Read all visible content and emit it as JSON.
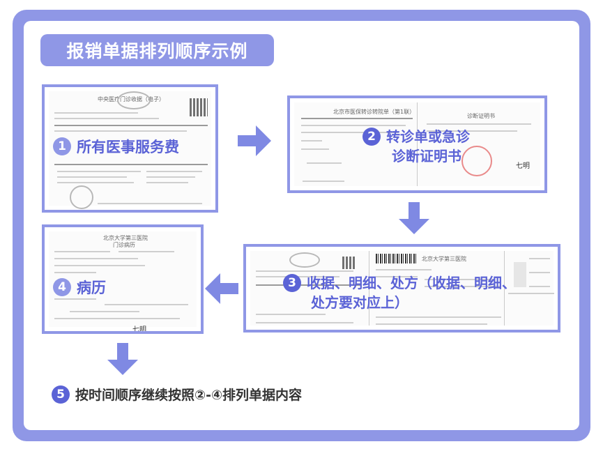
{
  "title": "报销单据排列顺序示例",
  "steps": [
    {
      "num": "1",
      "label": "所有医事服务费"
    },
    {
      "num": "2",
      "label_line1": "转诊单或急诊",
      "label_line2": "诊断证明书"
    },
    {
      "num": "3",
      "label_line1": "收据、明细、处方（收据、明细、",
      "label_line2": "处方要对应上）"
    },
    {
      "num": "4",
      "label": "病历"
    },
    {
      "num": "5",
      "label": "按时间顺序继续按照②-④排列单据内容"
    }
  ],
  "docs": {
    "receipt_header": "中央医疗门诊收据（电子）",
    "referral_title": "北京市医保转诊转院单（第1联）",
    "certificate_title": "诊断证明书",
    "hospital_name": "北京大学第三医院",
    "record_title": "门诊病历",
    "signature": "七明"
  },
  "colors": {
    "frame": "#8f97e6",
    "accent": "#5b63d6",
    "arrow": "#7f89e3"
  }
}
